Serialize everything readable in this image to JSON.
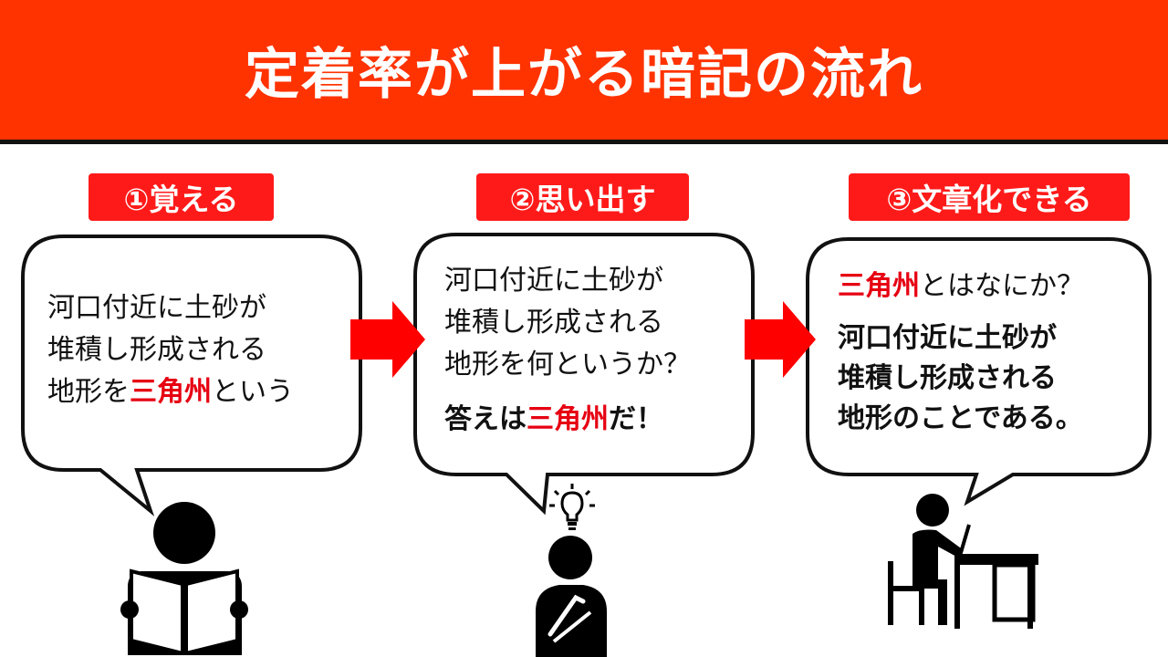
{
  "title": "定着率が上がる暗記の流れ",
  "colors": {
    "header_bg": "#ff3300",
    "label_bg": "#ff1a1a",
    "accent": "#e60012",
    "arrow": "#ff0000"
  },
  "steps": [
    {
      "label": "①覚える",
      "lines": [
        "河口付近に土砂が",
        "堆積し形成される"
      ],
      "last_prefix": "地形を",
      "last_term": "三角州",
      "last_suffix": "という"
    },
    {
      "label": "②思い出す",
      "lines": [
        "河口付近に土砂が",
        "堆積し形成される",
        "地形を何というか？"
      ],
      "answer_prefix": "答えは",
      "answer_term": "三角州",
      "answer_suffix": "だ！"
    },
    {
      "label": "③文章化できる",
      "question_term": "三角州",
      "question_suffix": "とはなにか？",
      "lines": [
        "河口付近に土砂が",
        "堆積し形成される",
        "地形のことである。"
      ]
    }
  ],
  "icons": [
    "reading-person-icon",
    "thinking-person-icon",
    "lightbulb-icon",
    "writing-person-icon"
  ]
}
